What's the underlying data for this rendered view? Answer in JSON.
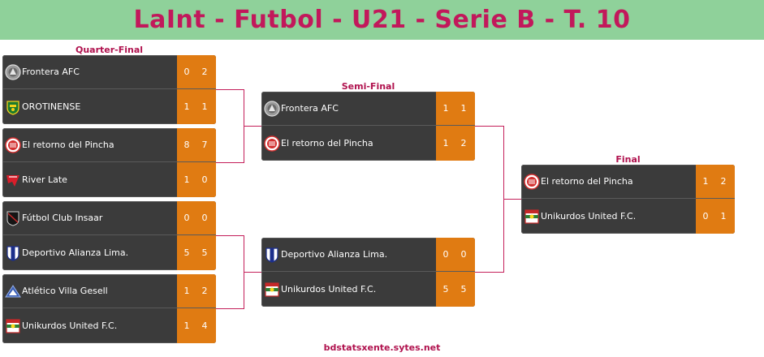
{
  "title": "LaInt - Futbol - U21 - Serie B - T. 10",
  "rounds": {
    "quarter": "Quarter-Final",
    "semi": "Semi-Final",
    "final": "Final"
  },
  "quarter_final": [
    {
      "team1": {
        "name": "Frontera AFC",
        "crest": "frontera-crest-icon",
        "scores": [
          "0",
          "2"
        ]
      },
      "team2": {
        "name": "OROTINENSE",
        "crest": "orotinense-crest-icon",
        "scores": [
          "1",
          "1"
        ]
      }
    },
    {
      "team1": {
        "name": "El retorno del Pincha",
        "crest": "pincha-crest-icon",
        "scores": [
          "8",
          "7"
        ]
      },
      "team2": {
        "name": "River Late",
        "crest": "river-late-crest-icon",
        "scores": [
          "1",
          "0"
        ]
      }
    },
    {
      "team1": {
        "name": "Fútbol Club Insaar",
        "crest": "insaar-crest-icon",
        "scores": [
          "0",
          "0"
        ]
      },
      "team2": {
        "name": "Deportivo Alianza Lima.",
        "crest": "alianza-crest-icon",
        "scores": [
          "5",
          "5"
        ]
      }
    },
    {
      "team1": {
        "name": "Atlético Villa Gesell",
        "crest": "villa-gesell-crest-icon",
        "scores": [
          "1",
          "2"
        ]
      },
      "team2": {
        "name": "Unikurdos United F.C.",
        "crest": "unikurdos-crest-icon",
        "scores": [
          "1",
          "4"
        ]
      }
    }
  ],
  "semi_final": [
    {
      "team1": {
        "name": "Frontera AFC",
        "crest": "frontera-crest-icon",
        "scores": [
          "1",
          "1"
        ]
      },
      "team2": {
        "name": "El retorno del Pincha",
        "crest": "pincha-crest-icon",
        "scores": [
          "1",
          "2"
        ]
      }
    },
    {
      "team1": {
        "name": "Deportivo Alianza Lima.",
        "crest": "alianza-crest-icon",
        "scores": [
          "0",
          "0"
        ]
      },
      "team2": {
        "name": "Unikurdos United F.C.",
        "crest": "unikurdos-crest-icon",
        "scores": [
          "5",
          "5"
        ]
      }
    }
  ],
  "final": [
    {
      "team1": {
        "name": "El retorno del Pincha",
        "crest": "pincha-crest-icon",
        "scores": [
          "1",
          "2"
        ]
      },
      "team2": {
        "name": "Unikurdos United F.C.",
        "crest": "unikurdos-crest-icon",
        "scores": [
          "0",
          "1"
        ]
      }
    }
  ],
  "footer": "bdstatsxente.sytes.net",
  "colors": {
    "header_bg": "#8fd19a",
    "title": "#c2185b",
    "card_bg": "#3b3b3b",
    "score_bg": "#e07b12",
    "connector": "#c41f5a"
  }
}
